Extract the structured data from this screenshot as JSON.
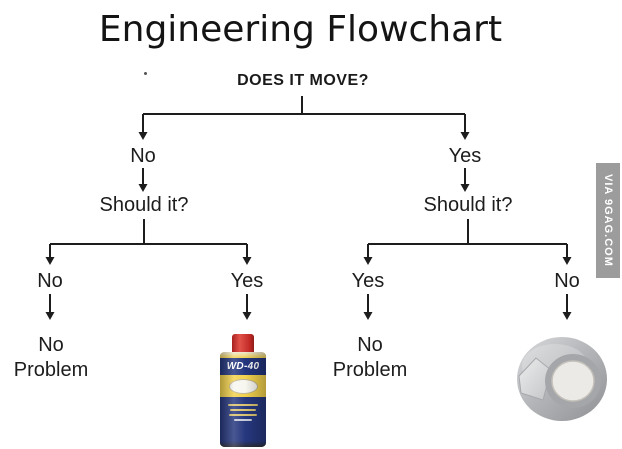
{
  "page": {
    "background": "#ffffff",
    "ink": "#1d1d1d"
  },
  "title": "Engineering Flowchart",
  "flowchart": {
    "root_question": "DOES IT MOVE?",
    "level1": {
      "left": "No",
      "right": "Yes"
    },
    "level2": {
      "left": "Should it?",
      "right": "Should it?"
    },
    "level3": {
      "outer_left": "No",
      "inner_left": "Yes",
      "inner_right": "Yes",
      "outer_right": "No"
    },
    "outcomes": {
      "outer_left": {
        "line1": "No",
        "line2": "Problem"
      },
      "inner_right": {
        "line1": "No",
        "line2": "Problem"
      }
    }
  },
  "products": {
    "wd40": {
      "brand": "WD-40",
      "cap_color": "#c22a26",
      "body_yellow": "#f2d14d",
      "band_blue": "#23357d"
    },
    "duct_tape": {
      "tape_color": "#b9bbbe",
      "core_color": "#ebe9e5"
    }
  },
  "watermark": {
    "text": "VIA 9GAG.COM",
    "bg": "#9c9c9c",
    "fg": "#ffffff"
  }
}
